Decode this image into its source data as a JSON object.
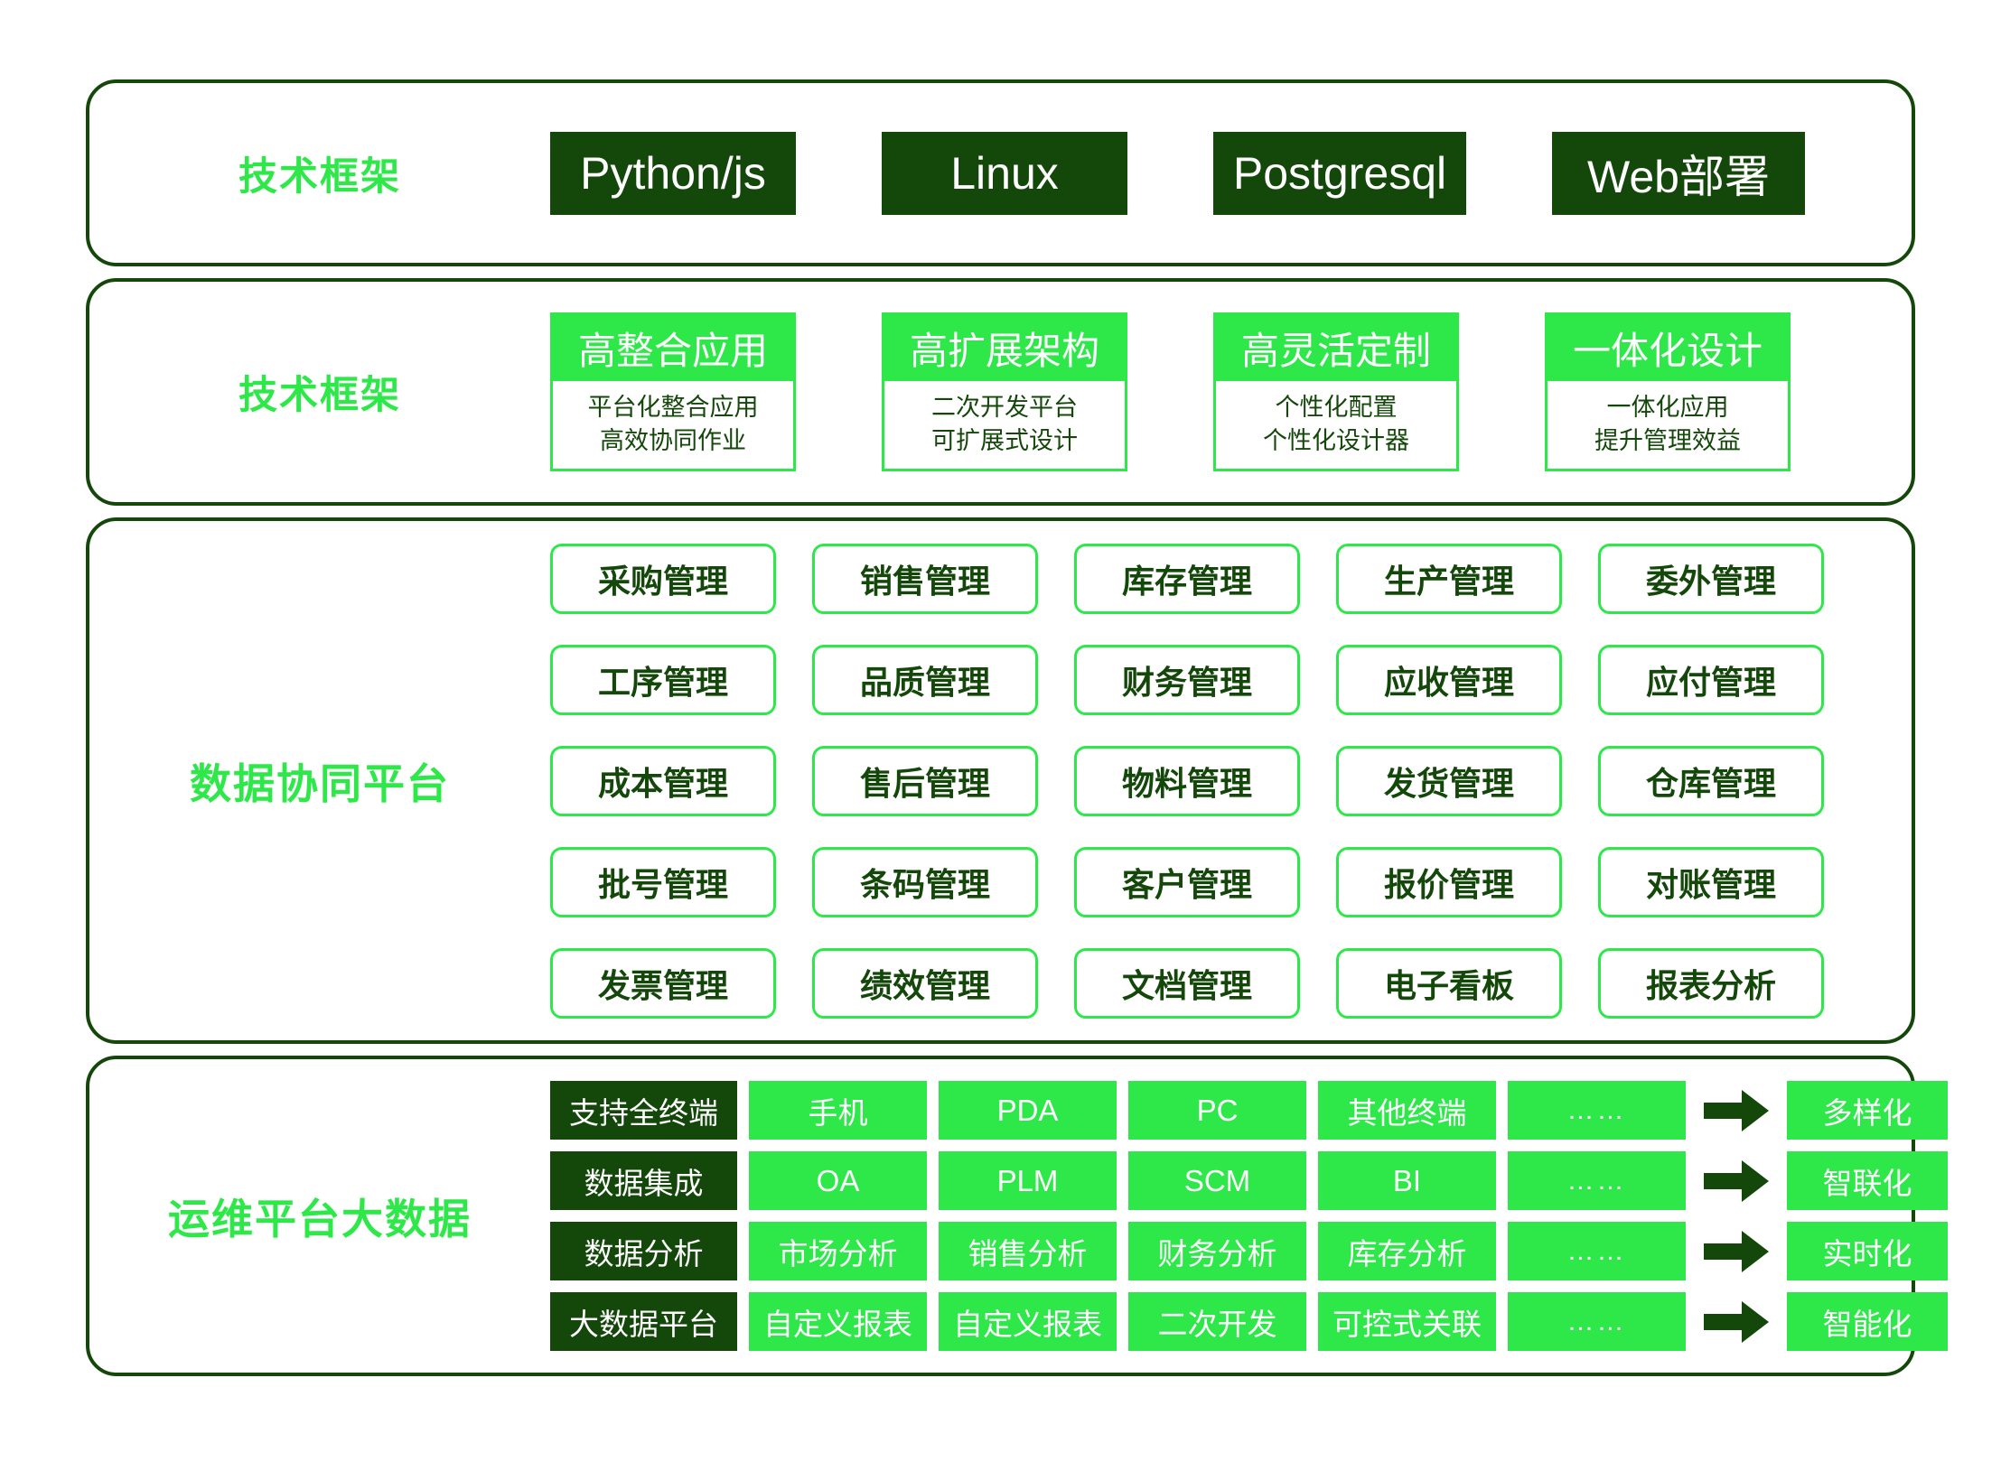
{
  "colors": {
    "bright_green": "#2EE84A",
    "dark_green": "#14470A",
    "white": "#FFFFFF"
  },
  "tech_section": {
    "label": "技术框架",
    "chips": [
      {
        "label": "Python/js"
      },
      {
        "label": "Linux"
      },
      {
        "label": "Postgresql"
      },
      {
        "label": "Web部署"
      }
    ]
  },
  "feature_section": {
    "label": "技术框架",
    "cards": [
      {
        "title": "高整合应用",
        "body": "平台化整合应用\n高效协同作业"
      },
      {
        "title": "高扩展架构",
        "body": "二次开发平台\n可扩展式设计"
      },
      {
        "title": "高灵活定制",
        "body": "个性化配置\n个性化设计器"
      },
      {
        "title": "一体化设计",
        "body": "一体化应用\n提升管理效益"
      }
    ]
  },
  "module_section": {
    "label": "数据协同平台",
    "modules": [
      "采购管理",
      "销售管理",
      "库存管理",
      "生产管理",
      "委外管理",
      "工序管理",
      "品质管理",
      "财务管理",
      "应收管理",
      "应付管理",
      "成本管理",
      "售后管理",
      "物料管理",
      "发货管理",
      "仓库管理",
      "批号管理",
      "条码管理",
      "客户管理",
      "报价管理",
      "对账管理",
      "发票管理",
      "绩效管理",
      "文档管理",
      "电子看板",
      "报表分析"
    ]
  },
  "matrix_section": {
    "label": "运维平台大数据",
    "rows": [
      {
        "head": "支持全终端",
        "cells": [
          "手机",
          "PDA",
          "PC",
          "其他终端",
          "……"
        ],
        "outcome": "多样化"
      },
      {
        "head": "数据集成",
        "cells": [
          "OA",
          "PLM",
          "SCM",
          "BI",
          "……"
        ],
        "outcome": "智联化"
      },
      {
        "head": "数据分析",
        "cells": [
          "市场分析",
          "销售分析",
          "财务分析",
          "库存分析",
          "……"
        ],
        "outcome": "实时化"
      },
      {
        "head": "大数据平台",
        "cells": [
          "自定义报表",
          "自定义报表",
          "二次开发",
          "可控式关联",
          "……"
        ],
        "outcome": "智能化"
      }
    ]
  }
}
